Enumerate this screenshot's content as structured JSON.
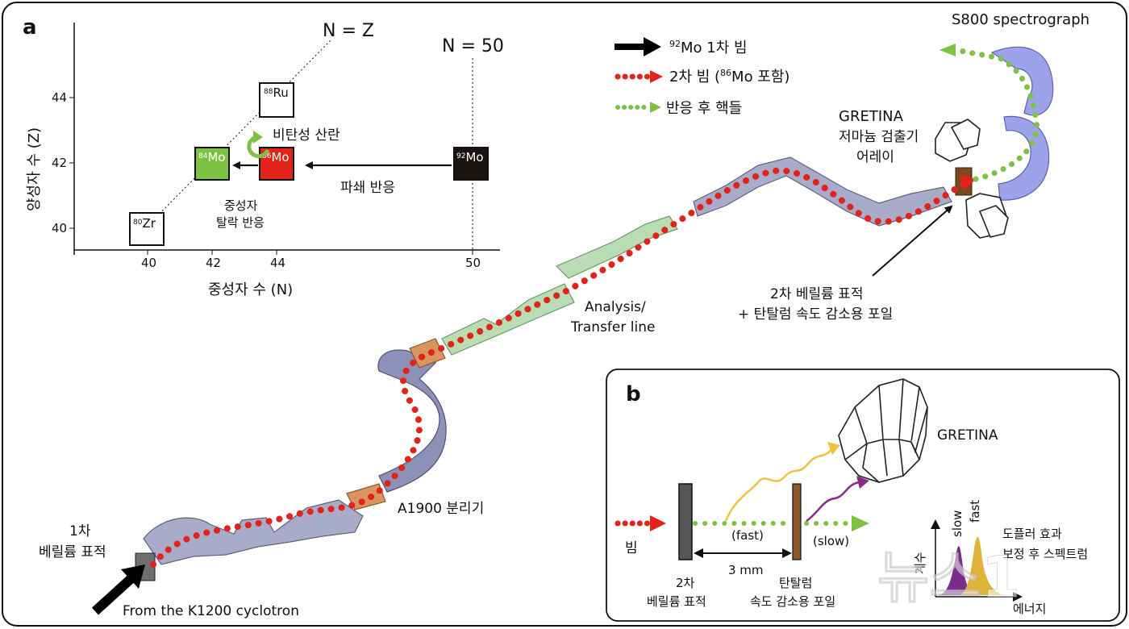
{
  "panel_a": {
    "letter": "a",
    "chart": {
      "x_ticks": [
        "40",
        "42",
        "44",
        "50"
      ],
      "y_ticks": [
        "44",
        "42",
        "40"
      ],
      "x_label": "중성자 수 (N)",
      "y_label": "양성자 수 (Z)",
      "line_nz": "N = Z",
      "line_n50": "N = 50",
      "isotopes": [
        {
          "mass": "88",
          "symbol": "Ru",
          "color": "#ffffff"
        },
        {
          "mass": "84",
          "symbol": "Mo",
          "color": "#7dc242"
        },
        {
          "mass": "86",
          "symbol": "Mo",
          "color": "#e2231a"
        },
        {
          "mass": "92",
          "symbol": "Mo",
          "color": "#1a1311"
        },
        {
          "mass": "80",
          "symbol": "Zr",
          "color": "#ffffff"
        }
      ],
      "inelastic": "비탄성 산란",
      "fragmentation": "파쇄 반응",
      "knockout_line1": "중성자",
      "knockout_line2": "탈락 반응"
    },
    "legend": {
      "primary_sup": "92",
      "primary_text": "Mo 1차 빔",
      "secondary_pre": "2차 빔 (",
      "secondary_sup": "86",
      "secondary_post": "Mo 포함)",
      "reaction": "반응 후 핵들",
      "colors": {
        "primary": "#000000",
        "secondary": "#e2231a",
        "reaction": "#7dc242"
      }
    },
    "labels": {
      "s800": "S800 spectrograph",
      "gretina_title": "GRETINA",
      "gretina_line2": "저마늄 검출기",
      "gretina_line3": "어레이",
      "target2_line1": "2차 베릴륨 표적",
      "target2_line2": "+ 탄탈럼 속도 감소용 포일",
      "analysis_line1": "Analysis/",
      "analysis_line2": "Transfer line",
      "a1900": "A1900 분리기",
      "target1_line1": "1차",
      "target1_line2": "베릴륨 표적",
      "cyclotron": "From the K1200 cyclotron"
    }
  },
  "panel_b": {
    "letter": "b",
    "gretina": "GRETINA",
    "beam": "빔",
    "fast": "(fast)",
    "slow": "(slow)",
    "distance": "3 mm",
    "target_line1": "2차",
    "target_line2": "베릴륨 표적",
    "foil_line1": "탄탈럼",
    "foil_line2": "속도 감소용 포일",
    "spectrum": {
      "ylabel": "계수",
      "xlabel": "에너지",
      "peak_slow": "slow",
      "peak_fast": "fast",
      "desc_line1": "도플러 효과",
      "desc_line2": "보정 후 스펙트럼"
    }
  },
  "watermark": "뉴스1"
}
